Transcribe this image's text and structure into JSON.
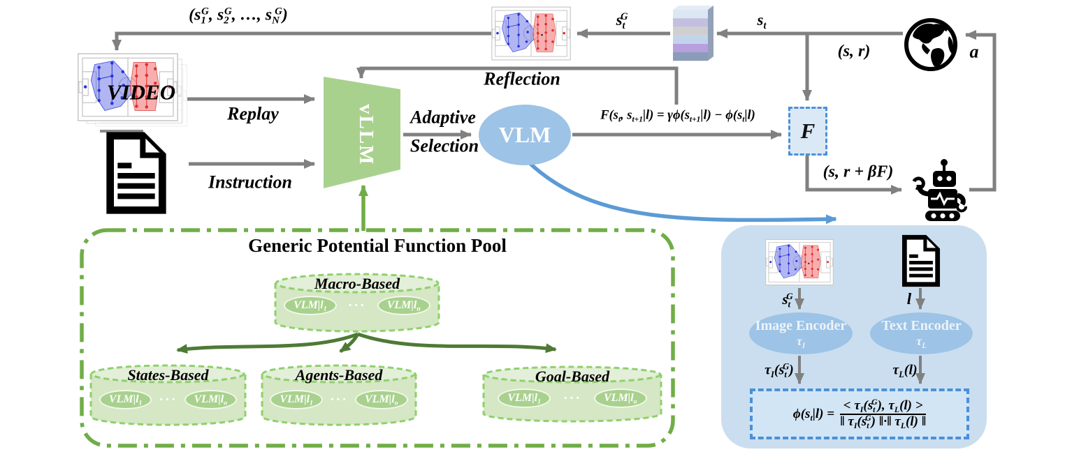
{
  "colors": {
    "arrow_gray": "#808080",
    "green": "#70ad47",
    "green_light": "#a9d18e",
    "green_dark": "#4e7a35",
    "blue_arrow": "#5b9bd5",
    "blue_ellipse": "#9dc3e6",
    "blue_panel": "#cadeef",
    "stack_layers": [
      "#dbe7f3",
      "#c3bfdf",
      "#d0cfd0",
      "#c3d4ea",
      "#b79fe0",
      "#8b9cb8"
    ]
  },
  "icons": {
    "environment": "earth-globe-icon",
    "agent": "robot-icon",
    "instruction_file": "document-icon",
    "language_file": "document-icon",
    "state_stack": "layered-feature-stack-icon",
    "video_frames": "soccer-pitch-graphic",
    "goal_state": "soccer-pitch-graphic"
  },
  "main_flow": {
    "sequence_label": "(s_{1}^{G}, s_{2}^{G}, …, s_{N}^{G})",
    "video_label": "VIDEO",
    "replay_label": "Replay",
    "instruction_label": "Instruction",
    "vllm_label": "vLLM",
    "reflection_label": "Reflection",
    "adaptive_line1": "Adaptive",
    "adaptive_line2": "Selection",
    "vlm_label": "VLM",
    "f_formula": "F(s_{t}, s_{t+1}|l) = γϕ(s_{t+1}|l) − ϕ(s_{t}|l)",
    "f_label": "F",
    "s_t_goal": "s_{t}^{G}",
    "s_t": "s_{t}",
    "state_reward": "(s, r)",
    "action": "a",
    "shaped_reward": "(s, r + βF)"
  },
  "pool": {
    "title": "Generic Potential Function Pool",
    "macro": {
      "label": "Macro-Based",
      "item_first": "VLM|l_{1}",
      "item_last": "VLM|l_{n}",
      "dots": "···"
    },
    "categories": [
      {
        "label": "States-Based",
        "item_first": "VLM|l_{1}",
        "item_last": "VLM|l_{o}",
        "dots": "···"
      },
      {
        "label": "Agents-Based",
        "item_first": "VLM|l_{1}",
        "item_last": "VLM|l_{o}",
        "dots": "···"
      },
      {
        "label": "Goal-Based",
        "item_first": "VLM|l_{1}",
        "item_last": "VLM|l_{o}",
        "dots": "···"
      }
    ]
  },
  "clip_module": {
    "s_t_goal": "s_{t}^{G}",
    "l_label": "l",
    "image_encoder_line1": "Image Encoder",
    "image_encoder_line2": "τ_{I}",
    "text_encoder_line1": "Text Encoder",
    "text_encoder_line2": "τ_{L}",
    "tau_i_out": "τ_{I}(s_{t}^{G})",
    "tau_l_out": "τ_{L}(l)",
    "phi_lhs": "ϕ(s_{t}|l) =",
    "phi_numerator": "< τ_{I}(s_{t}^{G}), τ_{L}(l) >",
    "phi_denominator": "‖ τ_{I}(s_{t}^{G}) ‖·‖ τ_{L}(l) ‖"
  }
}
